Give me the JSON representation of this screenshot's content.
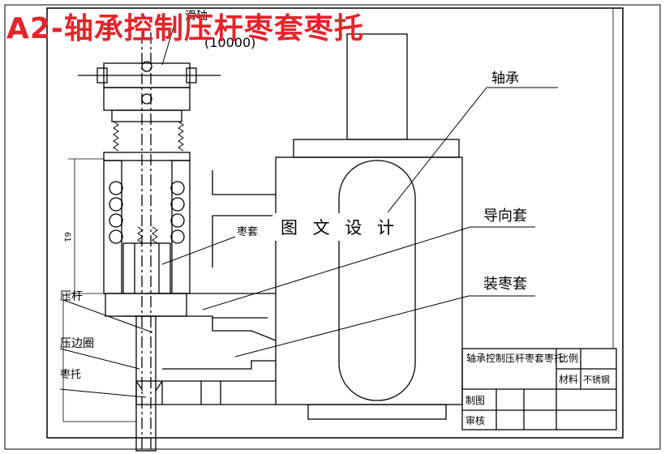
{
  "title": "A2-轴承控制压杆枣套枣托",
  "watermark": "图 文 设 计",
  "labels": {
    "runzhou": "滑轴",
    "count": "(10000)",
    "zhoucheng": "轴承",
    "daoxiangtao": "导向套",
    "zhuangzaotao": "装枣套",
    "zaotao": "枣套",
    "yagan": "压杆",
    "yabianquan": "压边圈",
    "zaotuo": "枣托",
    "dim": "61"
  },
  "titleblock": {
    "name": "轴承控制压杆枣套枣托",
    "scale": "比例",
    "material": "材料",
    "material_value": "不锈钢",
    "drawn": "制图",
    "checked": "审核"
  }
}
